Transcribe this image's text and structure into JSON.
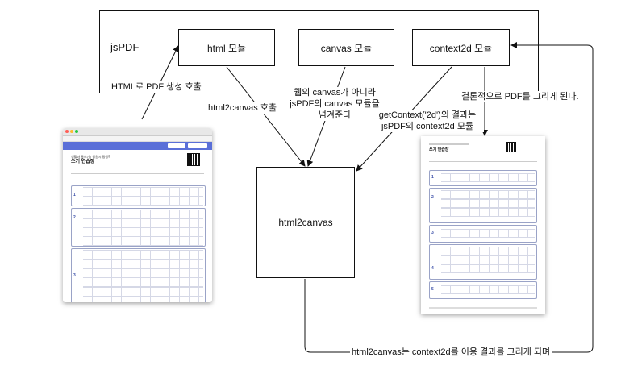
{
  "jspdf": {
    "label": "jsPDF"
  },
  "modules": [
    {
      "label": "html 모듈"
    },
    {
      "label": "canvas 모듈"
    },
    {
      "label": "context2d 모듈"
    }
  ],
  "html2canvas_box": {
    "label": "html2canvas"
  },
  "annotations": {
    "html_to_pdf": "HTML로 PDF 생성 호출",
    "html2canvas_call": "html2canvas 호출",
    "web_canvas_line1": "웹의 canvas가 아니라",
    "web_canvas_line2": "jsPDF의 canvas 모듈을",
    "web_canvas_line3": "넘겨준다",
    "getcontext_line1": "getContext('2d')의 결과는",
    "getcontext_line2": "jsPDF의 context2d 모듈",
    "result_pdf": "결론적으로 PDF를 그리게 된다.",
    "bottom_loop": "html2canvas는 context2d를 이용 결과를 그리게 되며"
  },
  "browser_thumbnail": {
    "page_title": "쓰기 연습장",
    "header_small": "생활과 글쓰기 | 창원시 평생학",
    "appbar_buttons": [
      "다운로드",
      "인쇄하기"
    ],
    "row_numbers": [
      "1",
      "2",
      "3"
    ]
  },
  "pdf_thumbnail": {
    "page_title": "쓰기 연습장",
    "row_numbers": [
      "1",
      "2",
      "3",
      "4",
      "5"
    ]
  },
  "colors": {
    "stroke": "#111111",
    "appbar": "#5a6fd8",
    "row_border": "#9aa3c7"
  }
}
